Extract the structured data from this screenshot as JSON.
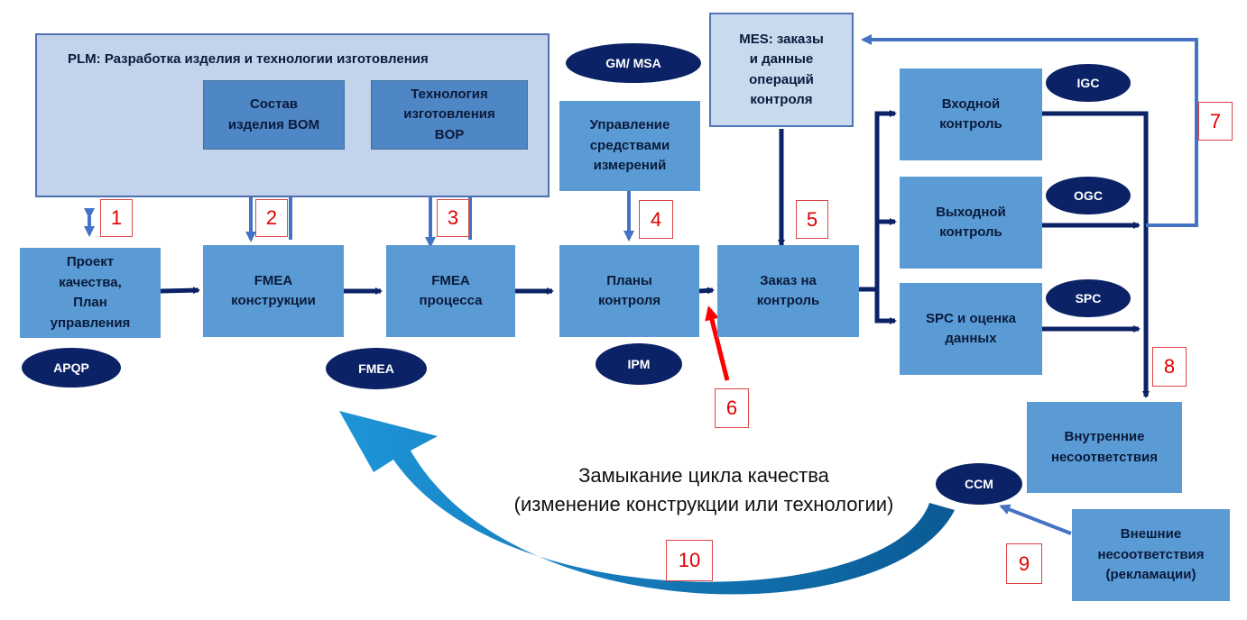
{
  "plm_title": "PLM: Разработка изделия и технологии изготовления",
  "boxes": {
    "bom": [
      "Состав",
      "изделия BOM"
    ],
    "bop": [
      "Технология",
      "изготовления",
      "BOP"
    ],
    "gauge": [
      "Управление",
      "средствами",
      "измерений"
    ],
    "mes": [
      "MES: заказы",
      "и данные",
      "операций",
      "контроля"
    ],
    "project": [
      "Проект",
      "качества,",
      "План",
      "управления"
    ],
    "fmea_design": [
      "FMEA",
      "конструкции"
    ],
    "fmea_process": [
      "FMEA",
      "процесса"
    ],
    "control_plans": [
      "Планы",
      "контроля"
    ],
    "inspection_order": [
      "Заказ на",
      "контроль"
    ],
    "incoming": [
      "Входной",
      "контроль"
    ],
    "outgoing": [
      "Выходной",
      "контроль"
    ],
    "spc": [
      "SPC и оценка",
      "данных"
    ],
    "internal_nc": [
      "Внутренние",
      "несоответствия"
    ],
    "external_nc": [
      "Внешние",
      "несоответствия",
      "(рекламации)"
    ]
  },
  "ovals": {
    "gm_msa": "GM/ MSA",
    "igc": "IGC",
    "ogc": "OGC",
    "spc": "SPC",
    "apqp": "APQP",
    "fmea": "FMEA",
    "ipm": "IPM",
    "ccm": "CCM"
  },
  "numbers": [
    "1",
    "2",
    "3",
    "4",
    "5",
    "6",
    "7",
    "8",
    "9",
    "10"
  ],
  "caption": [
    "Замыкание цикла качества",
    "(изменение конструкции или технологии)"
  ],
  "colors": {
    "box": "#5b9bd5",
    "box_dark": "#4f86c6",
    "box_light": "#c9d9ee",
    "plm_bg": "#c3d3ec",
    "arrow_dark": "#0b2266",
    "arrow_light": "#4472c4",
    "arrow_red": "#ff0000",
    "oval": "#0b2266",
    "loop_arrow": "#1a86c8",
    "number_text": "#e00000"
  }
}
